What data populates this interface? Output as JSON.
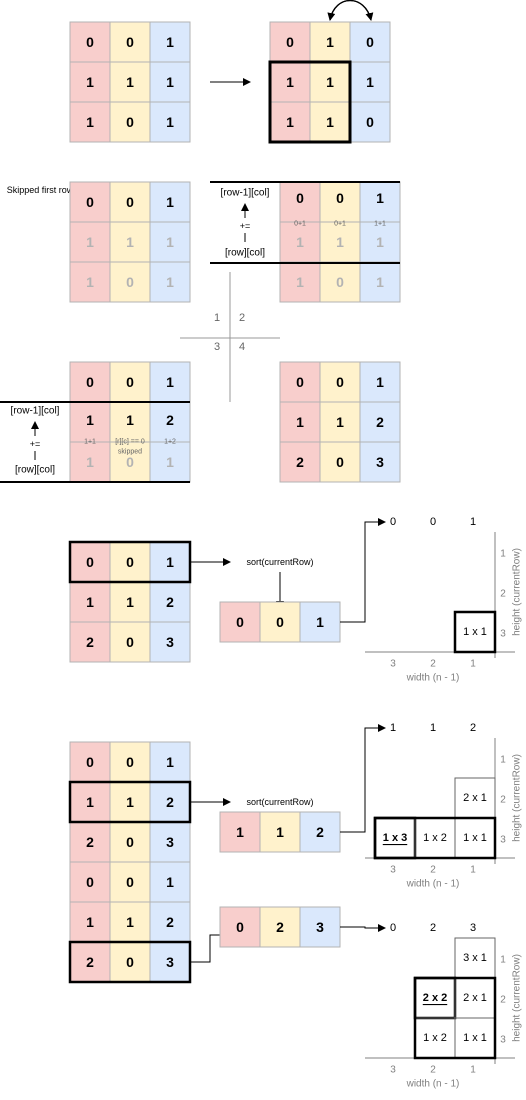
{
  "colors": {
    "red": "#f8cecc",
    "yellow": "#fff2cc",
    "blue": "#dae8fc",
    "grid": "#b3b3b3",
    "dark": "#000000",
    "faded": "#b3b3b3",
    "axis": "#808080"
  },
  "step1": {
    "left_grid": [
      "0",
      "0",
      "1",
      "1",
      "1",
      "1",
      "1",
      "0",
      "1"
    ],
    "right_grid": [
      "0",
      "1",
      "0",
      "1",
      "1",
      "1",
      "1",
      "1",
      "0"
    ]
  },
  "step2": {
    "note": "Skipped first row",
    "left_grid": [
      "0",
      "0",
      "1",
      "1",
      "1",
      "1",
      "1",
      "0",
      "1"
    ],
    "right_grid": [
      "0",
      "0",
      "1",
      "1",
      "1",
      "1",
      "1",
      "0",
      "1"
    ],
    "annot": {
      "top": "[row-1][col]",
      "op": "+=",
      "bottom": "[row][col]"
    },
    "small_labels": [
      "0+1",
      "0+1",
      "1+1"
    ]
  },
  "quadrants": [
    "1",
    "2",
    "3",
    "4"
  ],
  "step3": {
    "left_grid": [
      "0",
      "0",
      "1",
      "1",
      "1",
      "2",
      "1",
      "0",
      "1"
    ],
    "annot": {
      "top": "[row-1][col]",
      "op": "+=",
      "bottom": "[row][col]"
    },
    "small_labels": [
      "1+1",
      "[r][c] == 0",
      "skipped",
      "1+2"
    ],
    "right_grid": [
      "0",
      "0",
      "1",
      "1",
      "1",
      "2",
      "2",
      "0",
      "3"
    ]
  },
  "sort_label": "sort(currentRow)",
  "y_axis_label": "height (currentRow)",
  "x_axis_label": "width (n - 1)",
  "x_ticks": [
    "3",
    "2",
    "1"
  ],
  "y_ticks": [
    "3",
    "2",
    "1"
  ],
  "sort_steps": [
    {
      "grid": [
        "0",
        "0",
        "1",
        "1",
        "1",
        "2",
        "2",
        "0",
        "3"
      ],
      "highlight_row": 0,
      "sorted": [
        "0",
        "0",
        "1"
      ],
      "top_values": [
        "0",
        "0",
        "1"
      ],
      "boxes": [
        {
          "label": "1 x 1",
          "bold": true
        }
      ]
    },
    {
      "grid": [
        "0",
        "0",
        "1",
        "1",
        "1",
        "2",
        "2",
        "0",
        "3"
      ],
      "highlight_row": 1,
      "sorted": [
        "1",
        "1",
        "2"
      ],
      "top_values": [
        "1",
        "1",
        "2"
      ],
      "boxes": [
        {
          "label": "2 x 1",
          "bold": false
        },
        {
          "label": "1 x 3",
          "bold": true
        },
        {
          "label": "1 x 2",
          "bold": false
        },
        {
          "label": "1 x 1",
          "bold": false
        }
      ]
    },
    {
      "grid": [
        "0",
        "0",
        "1",
        "1",
        "1",
        "2",
        "2",
        "0",
        "3"
      ],
      "highlight_row": 2,
      "sorted": [
        "0",
        "2",
        "3"
      ],
      "top_values": [
        "0",
        "2",
        "3"
      ],
      "boxes": [
        {
          "label": "3 x 1",
          "bold": false
        },
        {
          "label": "2 x 2",
          "bold": true
        },
        {
          "label": "2 x 1",
          "bold": false
        },
        {
          "label": "1 x 2",
          "bold": false
        },
        {
          "label": "1 x 1",
          "bold": false
        }
      ]
    }
  ]
}
